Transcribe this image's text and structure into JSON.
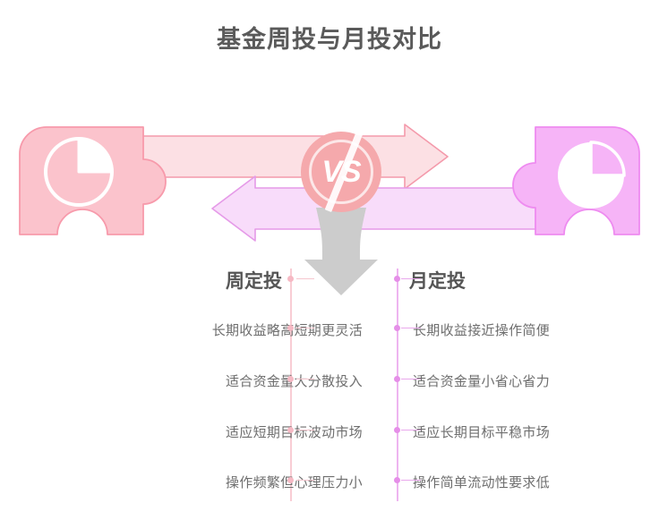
{
  "page": {
    "title": "基金周投与月投对比",
    "background": "#ffffff"
  },
  "colors": {
    "title_text": "#5a5a5a",
    "left_theme": "#f9a8b8",
    "left_theme_light": "#fbd0d8",
    "right_theme": "#ef8ef0",
    "right_theme_light": "#f7c9f8",
    "vs_badge": "#f5a9ac",
    "down_arrow": "#cccccc",
    "body_text": "#6e6e6e",
    "header_text": "#555555"
  },
  "left_piece": {
    "name": "puzzle-piece-left",
    "icon": "pie-chart-icon",
    "fill": "#fbc3cc",
    "stroke": "#f79aab"
  },
  "right_piece": {
    "name": "puzzle-piece-right",
    "icon": "pie-chart-icon",
    "fill": "#f6b4f7",
    "stroke": "#ee8bf0"
  },
  "arrows": {
    "top": {
      "direction": "right",
      "fill": "#fce0e4",
      "stroke": "#f49aab"
    },
    "bottom": {
      "direction": "left",
      "fill": "#f8dcfa",
      "stroke": "#e59ae8"
    },
    "down": {
      "direction": "down",
      "fill": "#cccccc"
    }
  },
  "vs": {
    "label": "VS"
  },
  "left_column": {
    "header": "周定投",
    "items": [
      "长期收益略高短期更灵活",
      "适合资金量大分散投入",
      "适应短期目标波动市场",
      "操作频繁但心理压力小"
    ]
  },
  "right_column": {
    "header": "月定投",
    "items": [
      "长期收益接近操作简便",
      "适合资金量小省心省力",
      "适应长期目标平稳市场",
      "操作简单流动性要求低"
    ]
  }
}
